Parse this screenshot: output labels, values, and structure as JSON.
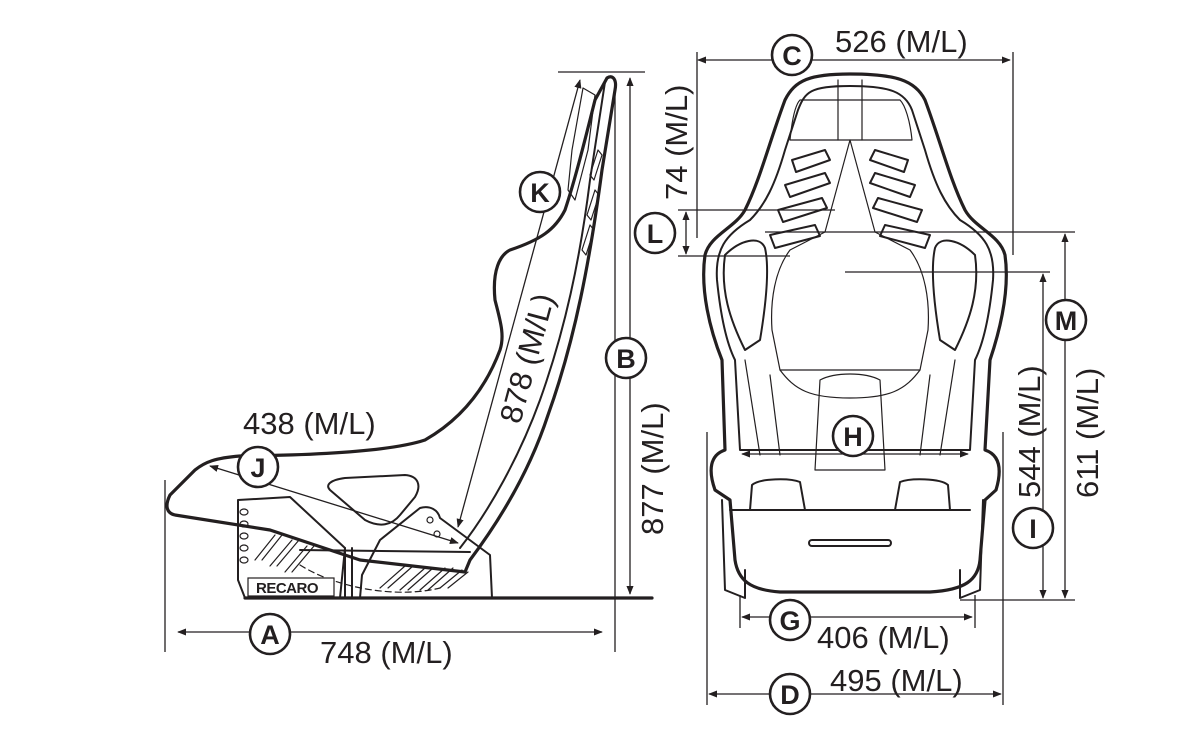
{
  "dimensions": {
    "A": {
      "letter": "A",
      "label": "748 (M/L)"
    },
    "B": {
      "letter": "B",
      "label": "877 (M/L)"
    },
    "C": {
      "letter": "C",
      "label": "526 (M/L)"
    },
    "D": {
      "letter": "D",
      "label": "495 (M/L)"
    },
    "G": {
      "letter": "G",
      "label": "406 (M/L)"
    },
    "H": {
      "letter": "H",
      "label": ""
    },
    "I": {
      "letter": "I",
      "label": "544 (M/L)"
    },
    "J": {
      "letter": "J",
      "label": "438 (M/L)"
    },
    "K": {
      "letter": "K",
      "label": "878 (M/L)"
    },
    "L": {
      "letter": "L",
      "label": "74 (M/L)"
    },
    "M": {
      "letter": "M",
      "label": "611 (M/L)"
    }
  },
  "logo": {
    "text": "RECARO"
  },
  "colors": {
    "ink": "#231f20",
    "background": "#ffffff"
  }
}
